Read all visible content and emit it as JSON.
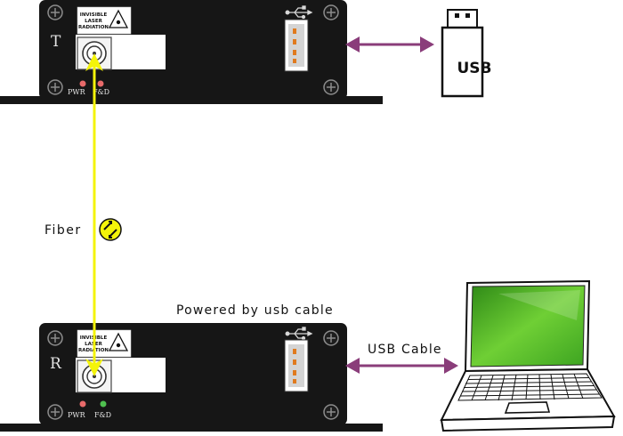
{
  "transmitter": {
    "label": "T",
    "laser_warning": [
      "INVISIBLE",
      "LASER",
      "RADIATION"
    ],
    "led_pwr": "PWR",
    "led_fd": "F&D",
    "led_pwr_color": "#e86a6a",
    "led_fd_color": "#e86a6a"
  },
  "receiver": {
    "label": "R",
    "laser_warning": [
      "INVISIBLE",
      "LASER",
      "RADIATION"
    ],
    "led_pwr": "PWR",
    "led_fd": "F&D",
    "led_pwr_color": "#e86a6a",
    "led_fd_color": "#4fc04f"
  },
  "usb_drive": {
    "label": "USB"
  },
  "labels": {
    "fiber": "Fiber",
    "powered": "Powered by usb cable",
    "usb_cable": "USB Cable"
  },
  "colors": {
    "device_body": "#161616",
    "fiber": "#f4f40a",
    "cable_arrow": "#8a3d7a",
    "screen": "#58c22e",
    "usb_port_pins": "#e07a1e"
  },
  "icons": {
    "laser_warning": "laser-warning-triangle-icon",
    "usb": "usb-trident-icon",
    "fiber": "fiber-badge-icon"
  }
}
